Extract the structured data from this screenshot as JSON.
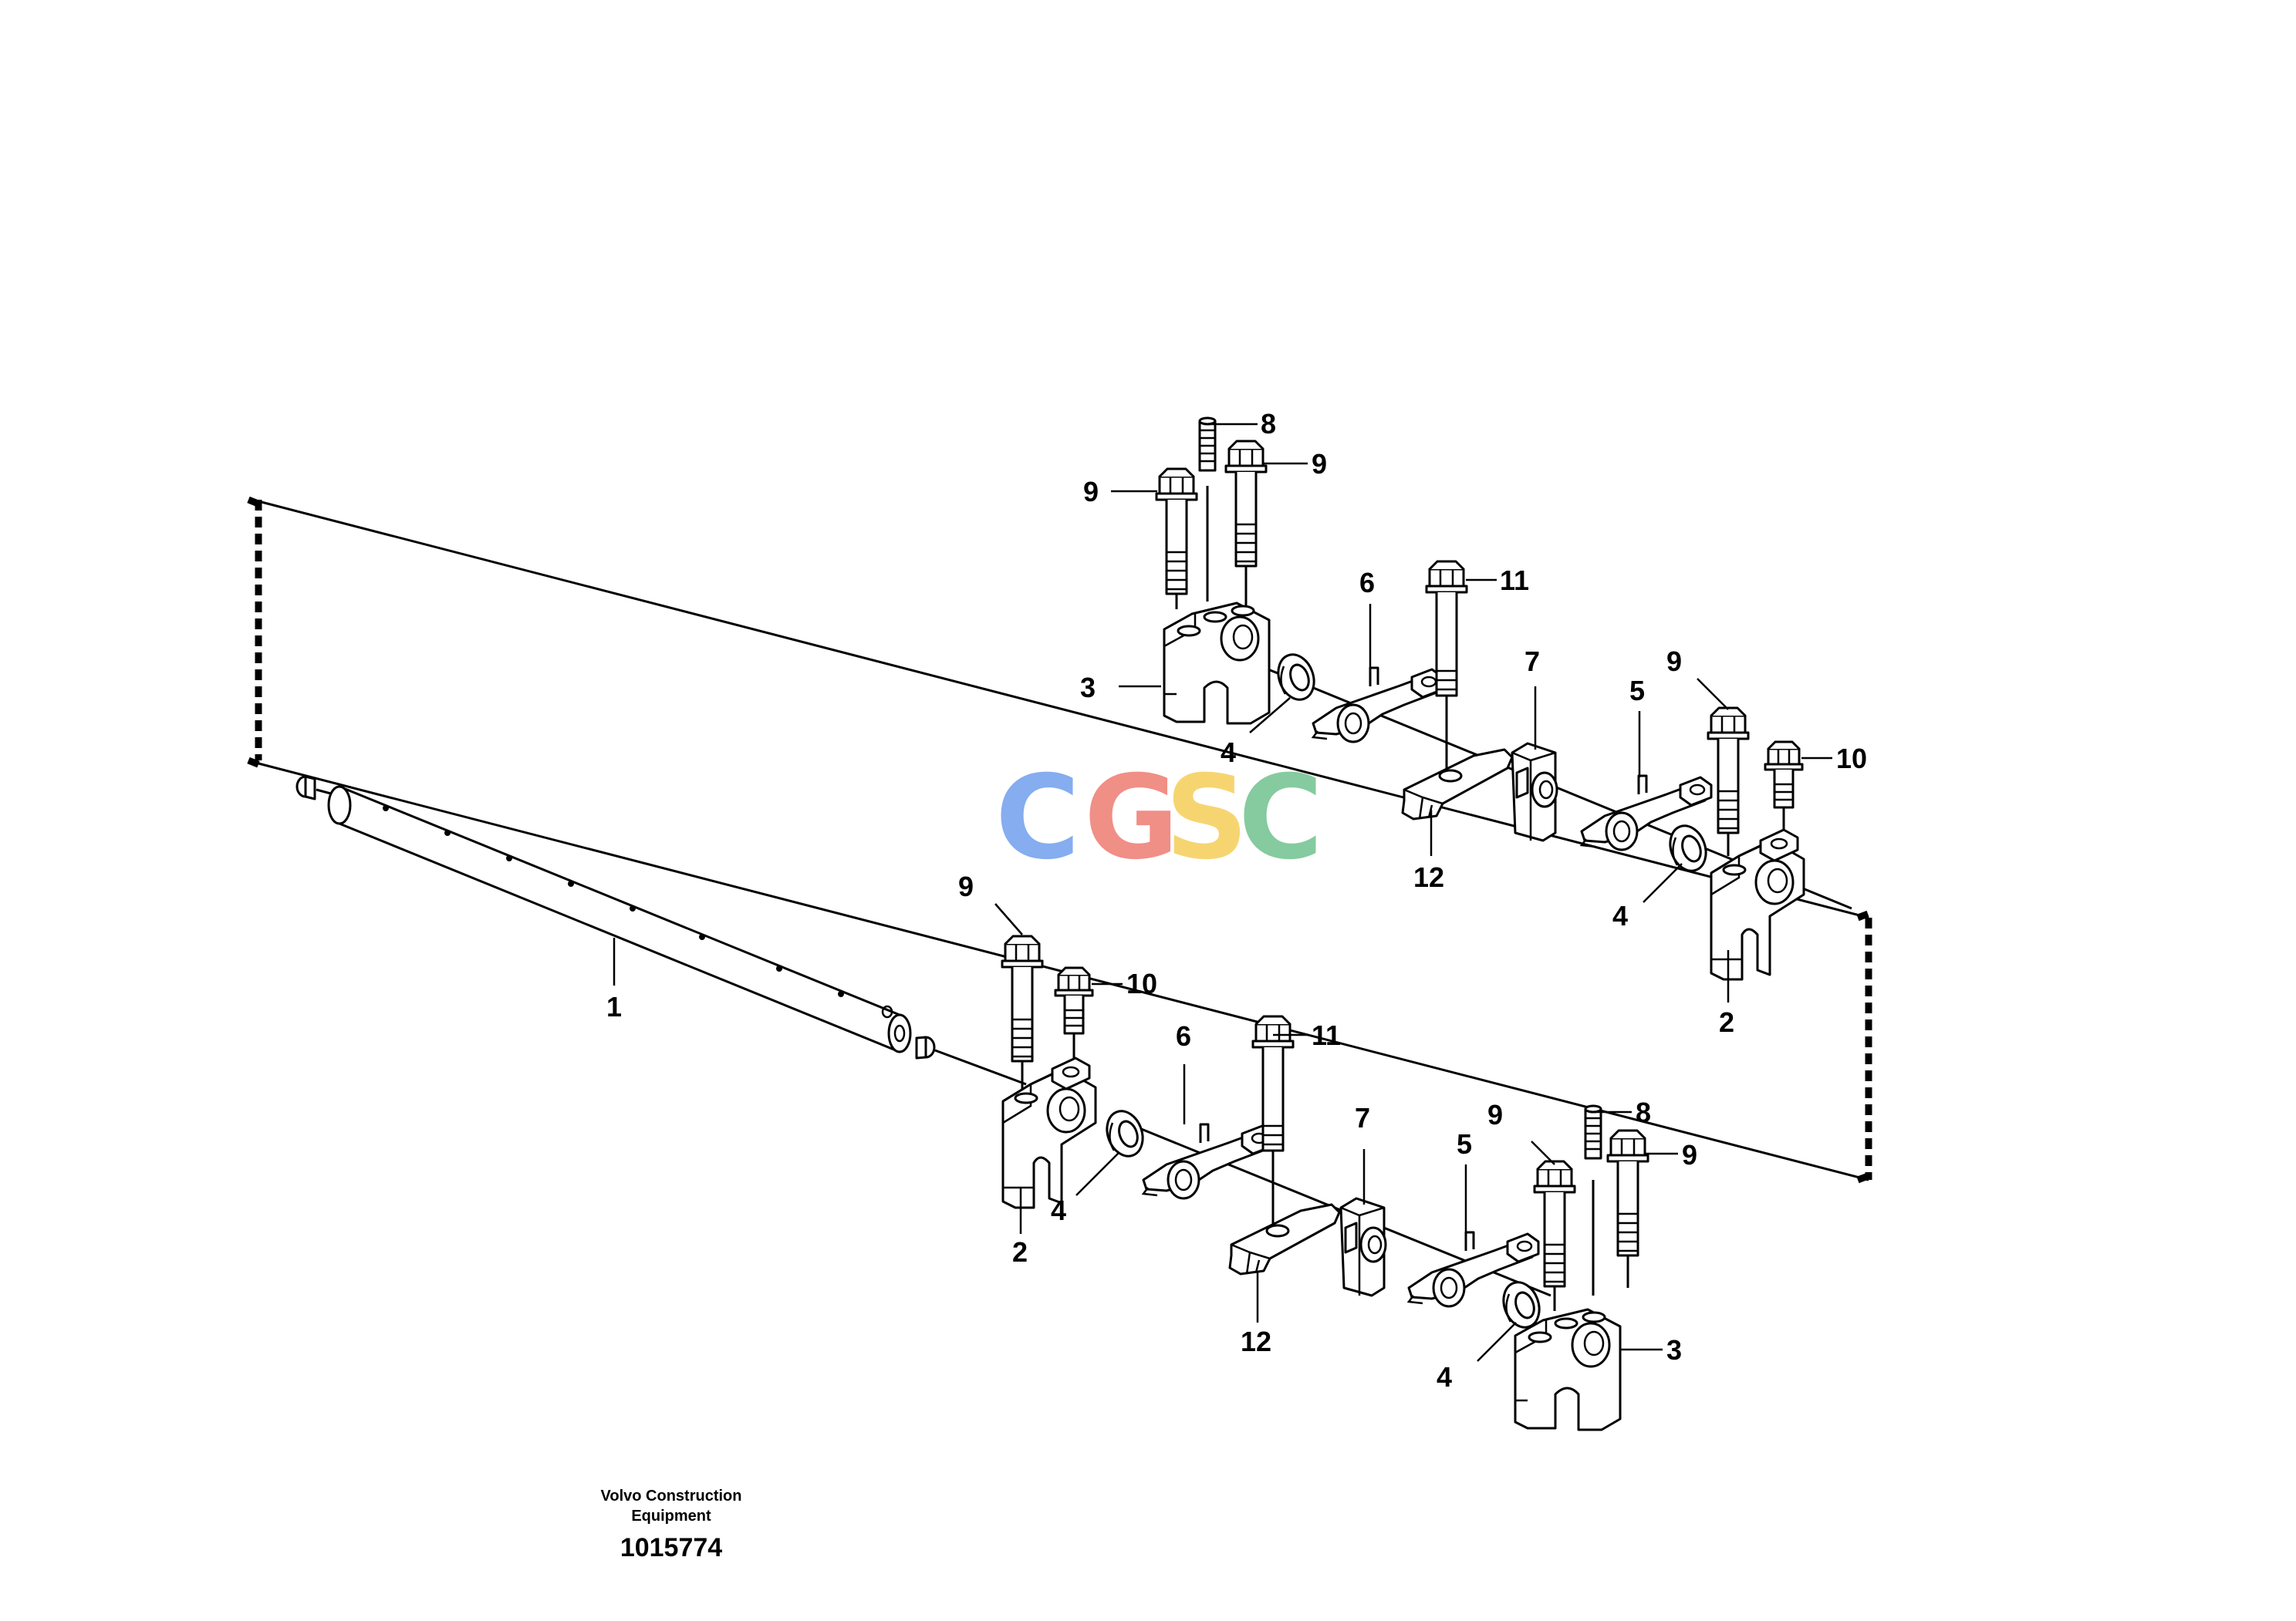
{
  "diagram": {
    "part_numbers": {
      "shaft": "1",
      "bracket_end": "2",
      "bracket_stud": "3",
      "spring_washer": "4",
      "rocker_arm_a": "5",
      "rocker_arm_b": "6",
      "support": "7",
      "stud": "8",
      "bolt": "9",
      "short_bolt": "10",
      "long_bolt": "11",
      "bridge": "12"
    },
    "watermark": {
      "letters": [
        "C",
        "G",
        "S",
        "C"
      ],
      "colors": [
        "#7fa9ef",
        "#f08a80",
        "#f6d36a",
        "#7fc99a"
      ]
    },
    "caption": {
      "line1": "Volvo Construction",
      "line2": "Equipment",
      "drawing_number": "1015774"
    }
  }
}
